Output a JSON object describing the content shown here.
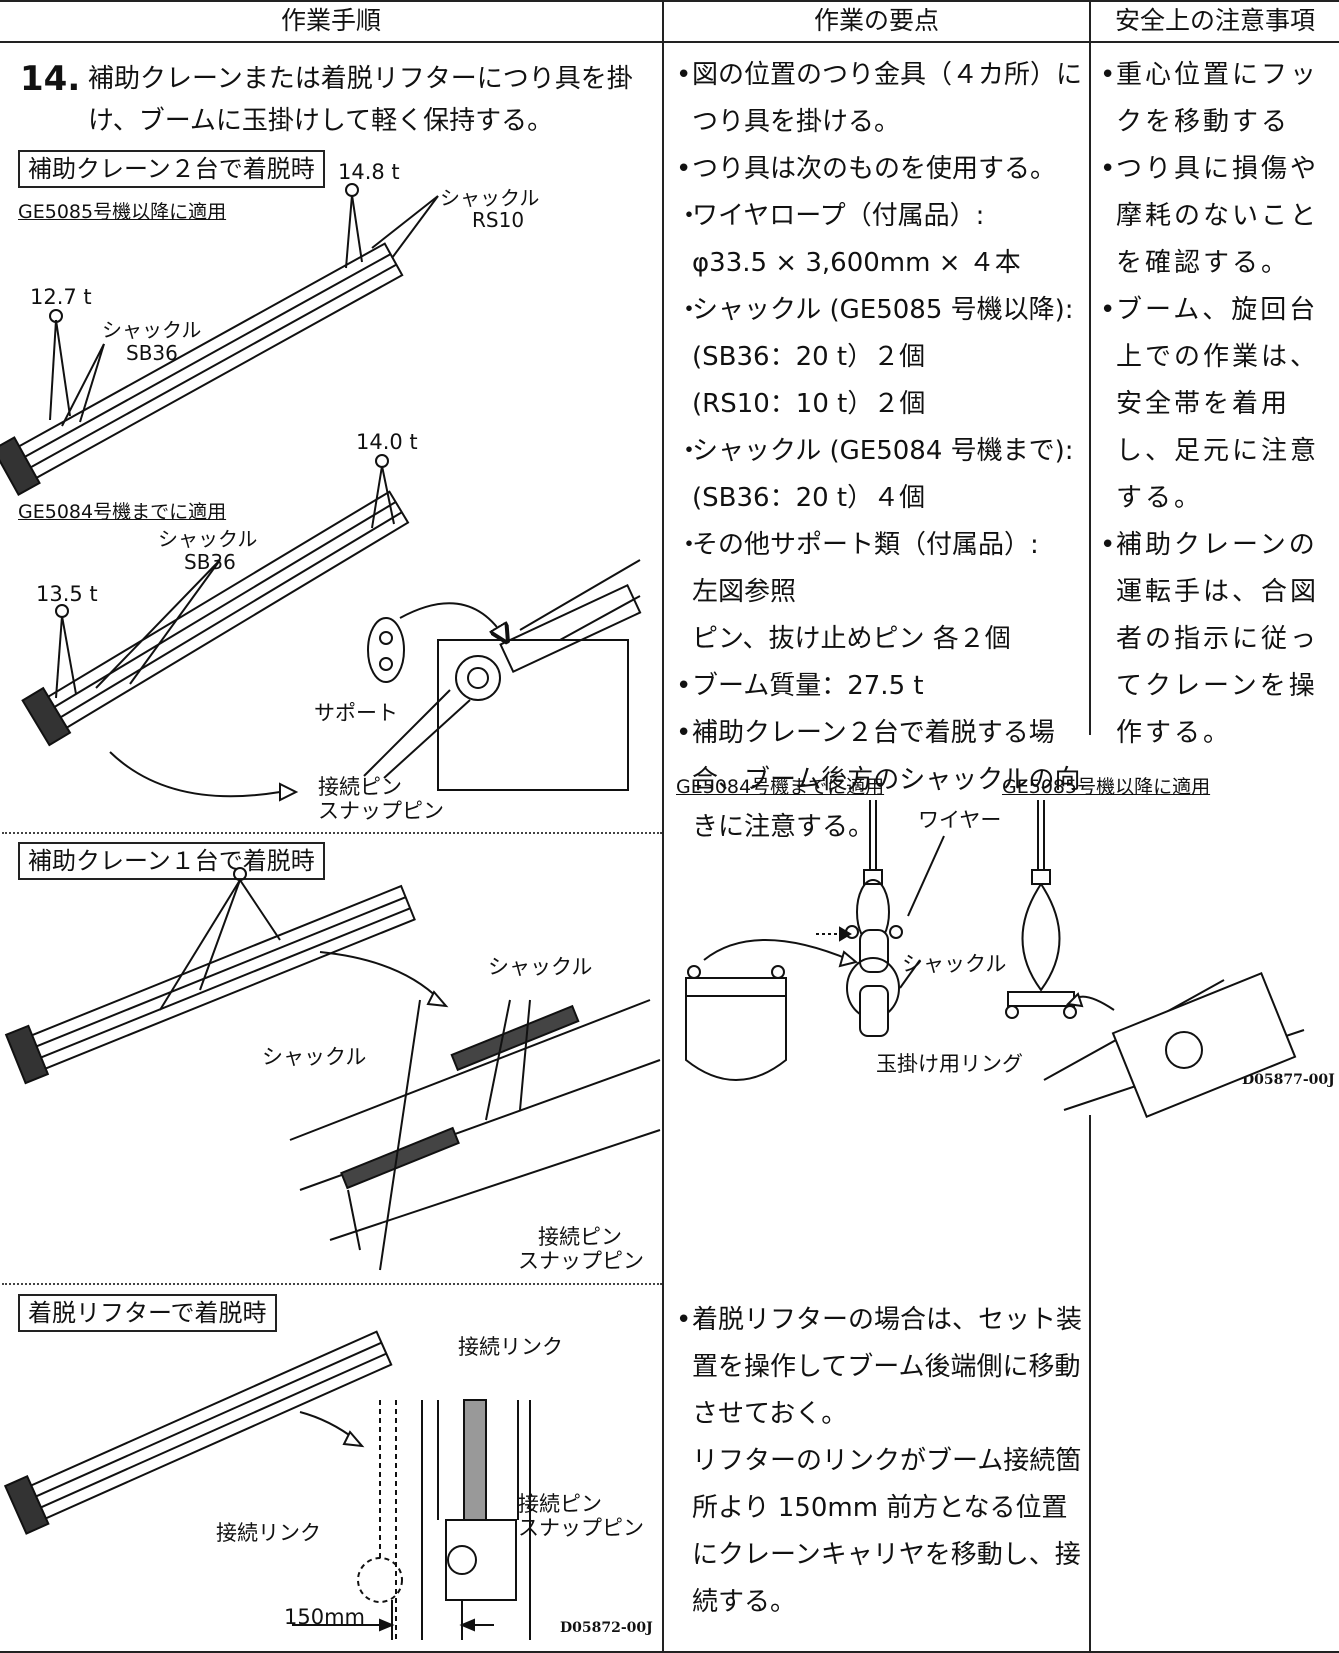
{
  "headers": {
    "col1": "作業手順",
    "col2": "作業の要点",
    "col3": "安全上の注意事項"
  },
  "step": {
    "number": "14.",
    "line1": "補助クレーンまたは着脱リフターにつり具を掛",
    "line2": "け、ブームに玉掛けして軽く保持する。"
  },
  "section_two_cranes": {
    "title": "補助クレーン２台で着脱時",
    "fig_a": {
      "note": "GE5085号機以降に適用",
      "weight_front": "14.8 t",
      "weight_rear": "12.7 t",
      "shackle_front": "シャックル",
      "shackle_front_code": "RS10",
      "shackle_rear": "シャックル",
      "shackle_rear_code": "SB36"
    },
    "fig_b": {
      "note": "GE5084号機までに適用",
      "weight_front": "14.0 t",
      "weight_rear": "13.5 t",
      "shackle": "シャックル",
      "shackle_code": "SB36",
      "support": "サポート",
      "pin1": "接続ピン",
      "pin2": "スナップピン"
    }
  },
  "section_one_crane": {
    "title": "補助クレーン１台で着脱時",
    "shackle_top": "シャックル",
    "shackle_left": "シャックル",
    "pin1": "接続ピン",
    "pin2": "スナップピン"
  },
  "section_lifter": {
    "title": "着脱リフターで着脱時",
    "link_top": "接続リンク",
    "link_left": "接続リンク",
    "pin1": "接続ピン",
    "pin2": "スナップピン",
    "dimension": "150mm",
    "ref": "D05872-00J"
  },
  "key_points": {
    "bullets": [
      {
        "mark": "•",
        "text": "図の位置のつり金具（４カ所）につり具を掛ける。"
      },
      {
        "mark": "•",
        "text": "つり具は次のものを使用する。"
      },
      {
        "mark": "・",
        "text": "ワイヤロープ（付属品）:"
      },
      {
        "mark": "",
        "text": "φ33.5 × 3,600mm × ４本"
      },
      {
        "mark": "・",
        "text": "シャックル (GE5085 号機以降):"
      },
      {
        "mark": "",
        "text": "(SB36：20 t）２個"
      },
      {
        "mark": "",
        "text": "(RS10：10 t）２個"
      },
      {
        "mark": "・",
        "text": "シャックル (GE5084 号機まで):"
      },
      {
        "mark": "",
        "text": "(SB36：20 t）４個"
      },
      {
        "mark": "・",
        "text": "その他サポート類（付属品）:"
      },
      {
        "mark": "",
        "text": "左図参照"
      },
      {
        "mark": "",
        "text": "ピン、抜け止めピン 各２個"
      },
      {
        "mark": "•",
        "text": "ブーム質量：27.5 t"
      },
      {
        "mark": "•",
        "text": "補助クレーン２台で着脱する場合、ブーム後方のシャックルの向きに注意する。"
      }
    ],
    "lower": "着脱リフターの場合は、セット装置を操作してブーム後端側に移動させておく。",
    "lower2": "リフターのリンクがブーム接続箇所より 150mm 前方となる位置にクレーンキャリヤを移動し、接続する。"
  },
  "detail_figure": {
    "note_left": "GE5084号機までに適用",
    "note_right": "GE5085号機以降に適用",
    "wire": "ワイヤー",
    "shackle": "シャックル",
    "ring": "玉掛け用リング",
    "ref": "D05877-00J"
  },
  "safety": {
    "bullets": [
      "重心位置にフックを移動する",
      "つり具に損傷や摩耗のないことを確認する。",
      "ブーム、旋回台上での作業は、安全帯を着用し、足元に注意する。",
      "補助クレーンの運転手は、合図者の指示に従ってクレーンを操作する。"
    ]
  }
}
